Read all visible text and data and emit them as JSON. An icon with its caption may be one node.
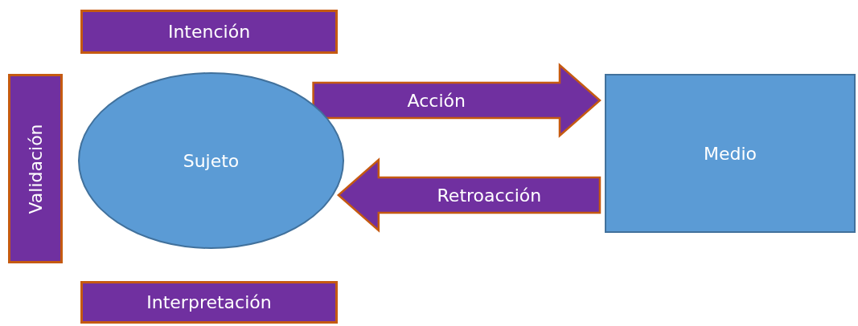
{
  "diagram": {
    "nodes": [
      {
        "text": [
          "Intención"
        ]
      },
      {
        "text": [
          "Validación"
        ]
      },
      {
        "text": [
          "Sujeto"
        ]
      },
      {
        "text": [
          "Medio"
        ]
      },
      {
        "text": [
          "Interpretación"
        ]
      }
    ],
    "edges": [
      {
        "from": 2,
        "to": 3,
        "arrow": "to",
        "label": "Acción"
      },
      {
        "from": 3,
        "to": 2,
        "arrow": "to",
        "label": "Retroacción"
      }
    ]
  }
}
